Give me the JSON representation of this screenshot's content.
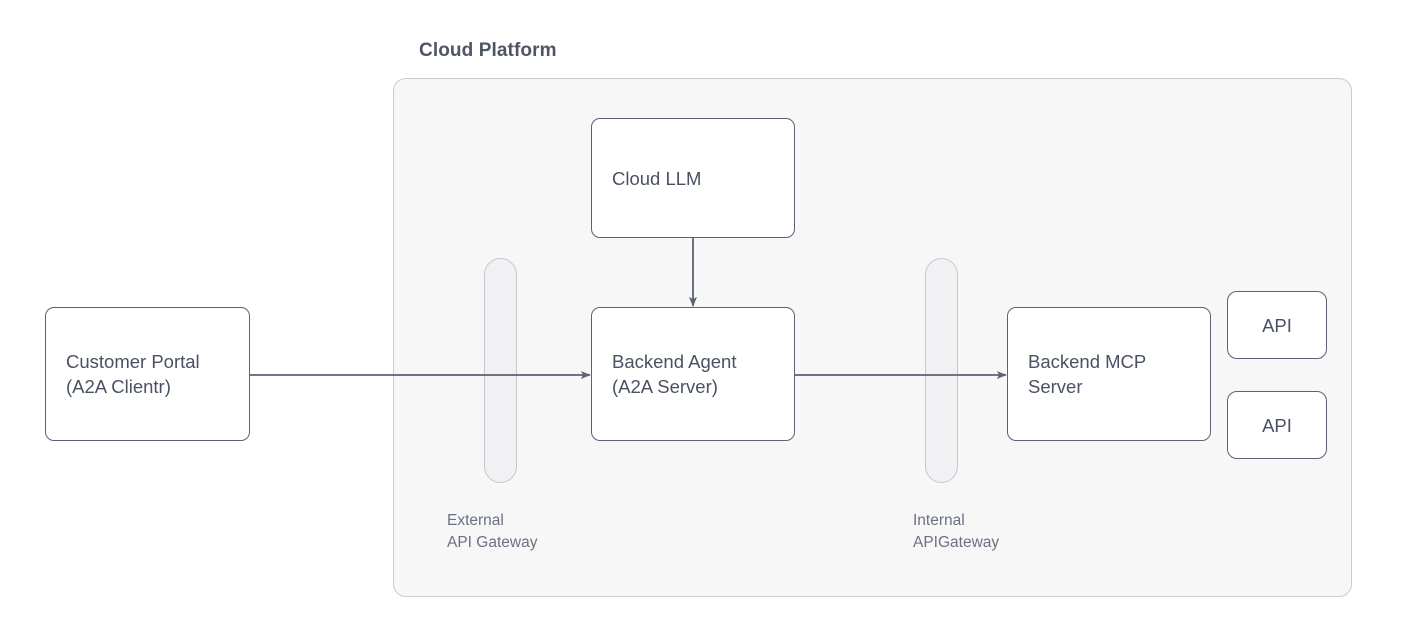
{
  "diagram": {
    "title": "Cloud Platform",
    "background_color": "#ffffff",
    "container_fill": "#f7f7f8",
    "container_border_color": "#c9cbd2",
    "node_border_color": "#5b6275",
    "node_fill": "#ffffff",
    "text_color": "#4a5163",
    "muted_text_color": "#6a7183",
    "connector_color": "#5b6275"
  },
  "nodes": {
    "customer_portal": {
      "label": "Customer Portal\n(A2A Clientr)",
      "line1": "Customer Portal",
      "line2": "(A2A Clientr)"
    },
    "cloud_llm": {
      "label": "Cloud LLM"
    },
    "backend_agent": {
      "label": "Backend Agent\n(A2A Server)",
      "line1": "Backend Agent",
      "line2": "(A2A Server)"
    },
    "backend_mcp": {
      "label": "Backend MCP\nServer",
      "line1": "Backend MCP",
      "line2": "Server"
    },
    "api_1": {
      "label": "API"
    },
    "api_2": {
      "label": "API"
    }
  },
  "gateways": [
    {
      "id": "external",
      "label": "External\nAPI Gateway",
      "line1": "External",
      "line2": "API Gateway"
    },
    {
      "id": "internal",
      "label": "Internal\nAPIGateway",
      "line1": "Internal",
      "line2": "APIGateway"
    }
  ],
  "connectors": [
    {
      "id": "portal-to-agent",
      "from": "customer_portal",
      "to": "backend_agent",
      "direction": "right",
      "arrowhead": true
    },
    {
      "id": "llm-to-agent",
      "from": "cloud_llm",
      "to": "backend_agent",
      "direction": "down",
      "arrowhead": true
    },
    {
      "id": "agent-to-mcp",
      "from": "backend_agent",
      "to": "backend_mcp",
      "direction": "right",
      "arrowhead": true
    }
  ]
}
